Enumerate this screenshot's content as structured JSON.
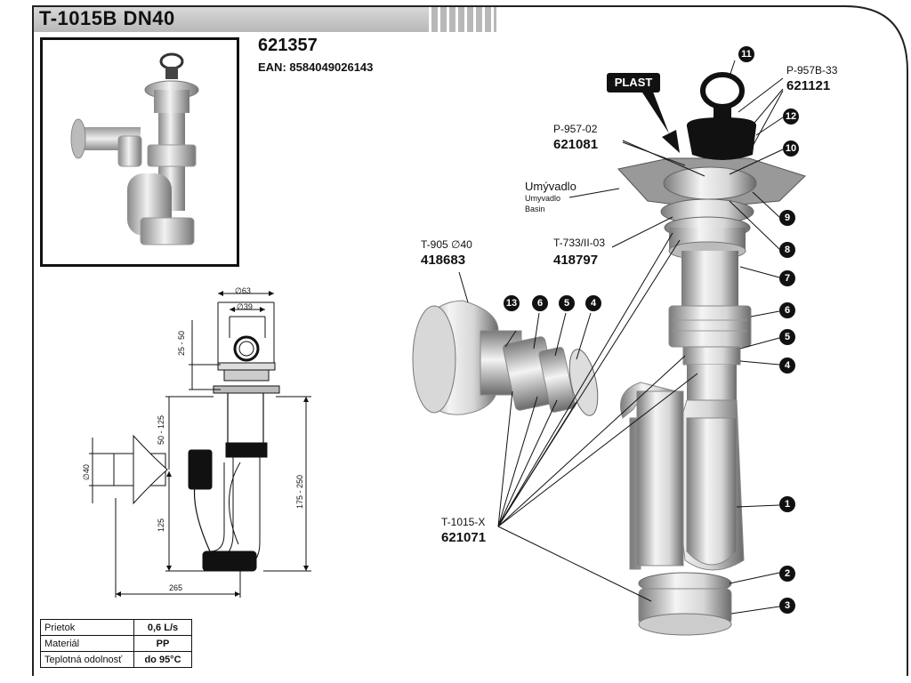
{
  "header": {
    "title": "T-1015B DN40"
  },
  "product": {
    "code": "621357",
    "ean": "EAN: 8584049026143"
  },
  "specs": [
    {
      "key": "Prietok",
      "value": "0,6 L/s"
    },
    {
      "key": "Materiál",
      "value": "PP"
    },
    {
      "key": "Teplotná odolnosť",
      "value": "do 95°C"
    }
  ],
  "dimensions": {
    "d63": "∅63",
    "d39": "∅39",
    "r25_50": "25 - 50",
    "r50_125": "50 - 125",
    "d40": "∅40",
    "r125": "125",
    "r175_250": "175 - 250",
    "r265": "265"
  },
  "callouts": {
    "plast": "PLAST",
    "p957b33": {
      "name": "P-957B-33",
      "code": "621121"
    },
    "p95702": {
      "name": "P-957-02",
      "code": "621081"
    },
    "umyvadlo": {
      "name": "Umývadlo",
      "sub1": "Umyvadlo",
      "sub2": "Basin"
    },
    "t733": {
      "name": "T-733/II-03",
      "code": "418797"
    },
    "t905": {
      "name": "T-905 ∅40",
      "code": "418683"
    },
    "t1015x": {
      "name": "T-1015-X",
      "code": "621071"
    }
  },
  "part_numbers": [
    "11",
    "12",
    "10",
    "9",
    "8",
    "7",
    "6",
    "5",
    "4",
    "1",
    "2",
    "3",
    "13",
    "6",
    "5",
    "4"
  ],
  "colors": {
    "accent": "#111111",
    "header_bg": "#c8c8c8"
  }
}
